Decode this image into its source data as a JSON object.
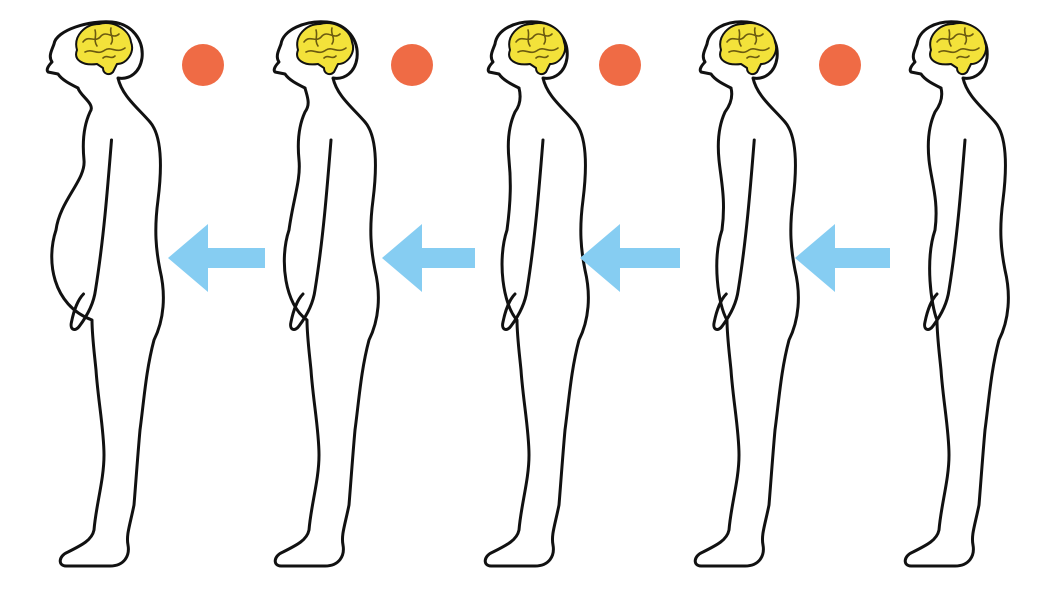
{
  "colors": {
    "background": "#ffffff",
    "outline": "#111111",
    "brain_fill": "#f3e23a",
    "brain_detail": "#6b5a10",
    "dot": "#ef6b45",
    "arrow": "#86cdf2"
  },
  "figures": [
    {
      "id": "figure-1",
      "stage": 1,
      "belly": "large"
    },
    {
      "id": "figure-2",
      "stage": 2,
      "belly": "medium"
    },
    {
      "id": "figure-3",
      "stage": 3,
      "belly": "small"
    },
    {
      "id": "figure-4",
      "stage": 4,
      "belly": "slight"
    },
    {
      "id": "figure-5",
      "stage": 5,
      "belly": "none"
    }
  ],
  "arrows": [
    {
      "from": 2,
      "to": 1,
      "direction": "left"
    },
    {
      "from": 3,
      "to": 2,
      "direction": "left"
    },
    {
      "from": 4,
      "to": 3,
      "direction": "left"
    },
    {
      "from": 5,
      "to": 4,
      "direction": "left"
    }
  ],
  "icons": {
    "head": "brain-icon",
    "separator": "dot-icon",
    "connector": "arrow-left-icon"
  }
}
